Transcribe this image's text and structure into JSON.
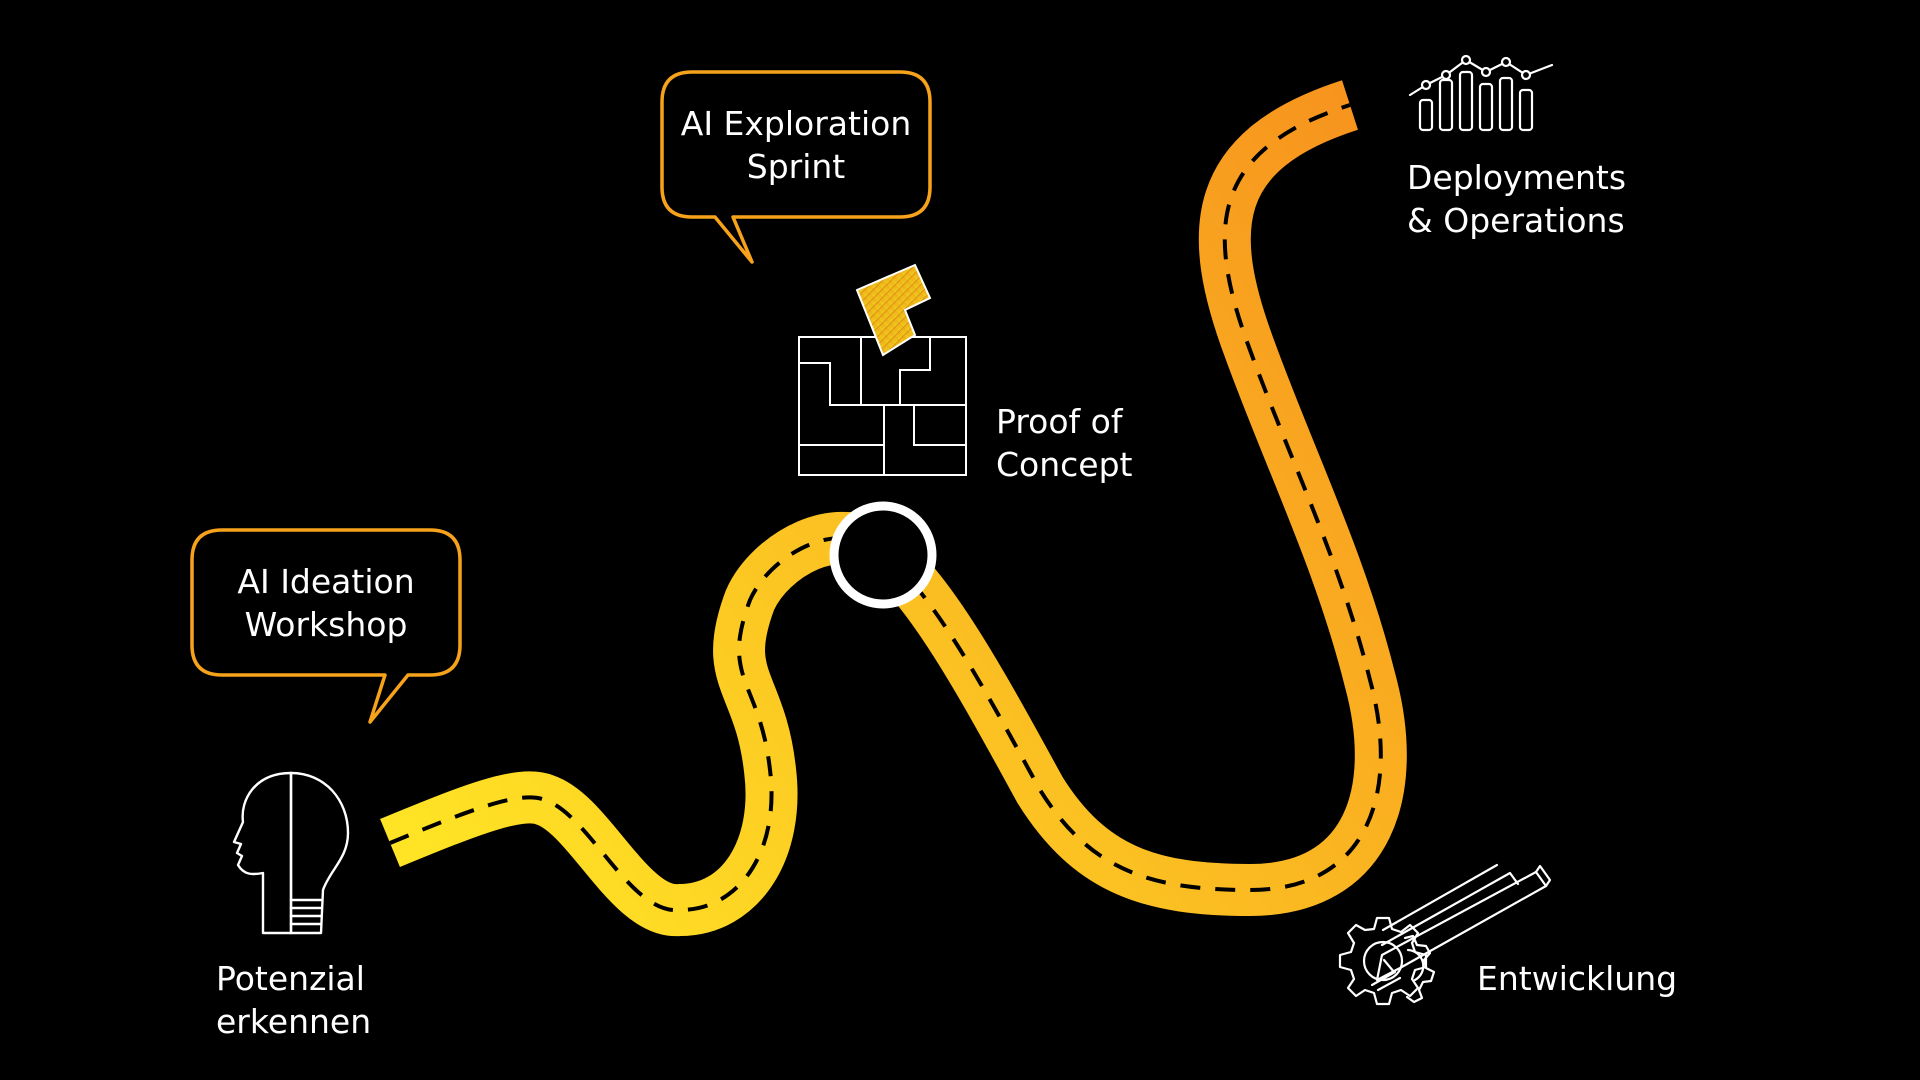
{
  "colors": {
    "background": "#000000",
    "road_start": "#FFE725",
    "road_end": "#F7941E",
    "bubble_border": "#F7A21B",
    "line": "#FFFFFF"
  },
  "bubbles": {
    "ideation": {
      "line1": "AI Ideation",
      "line2": "Workshop"
    },
    "sprint": {
      "line1": "AI Exploration",
      "line2": "Sprint"
    }
  },
  "stages": {
    "potenzial": {
      "line1": "Potenzial",
      "line2": "erkennen",
      "icon": "head-lightbulb-icon"
    },
    "poc": {
      "line1": "Proof of",
      "line2": "Concept",
      "icon": "puzzle-blocks-icon"
    },
    "entwicklung": {
      "line1": "Entwicklung",
      "icon": "pencil-gear-icon"
    },
    "deployments": {
      "line1": "Deployments",
      "line2": "& Operations",
      "icon": "bar-chart-icon"
    }
  }
}
